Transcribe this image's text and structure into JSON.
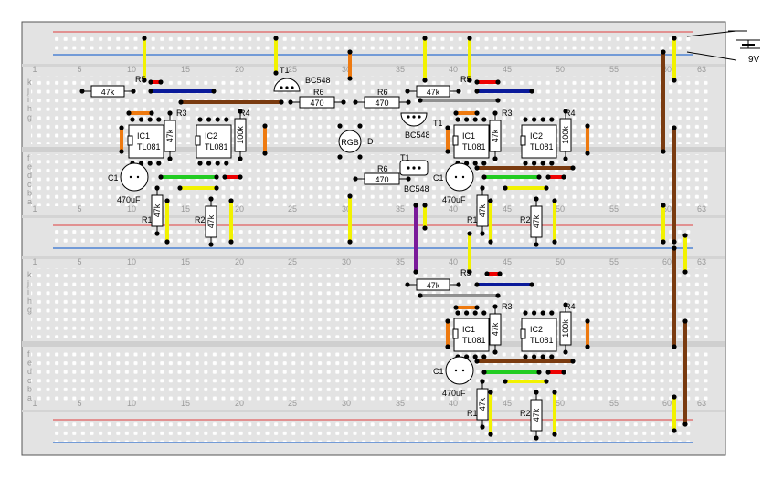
{
  "battery": {
    "label": "9V"
  },
  "column_numbers": [
    "1",
    "5",
    "10",
    "15",
    "20",
    "25",
    "30",
    "35",
    "40",
    "45",
    "50",
    "55",
    "60",
    "63"
  ],
  "row_letters_top": [
    "k",
    "j",
    "i",
    "h",
    "g"
  ],
  "row_letters_bottom": [
    "f",
    "e",
    "d",
    "c",
    "b",
    "a"
  ],
  "led": {
    "label": "RGB",
    "designator": "D"
  },
  "stages": {
    "upper_left": {
      "ic1_name": "IC1",
      "ic1_part": "TL081",
      "ic2_name": "IC2",
      "ic2_part": "TL081",
      "r1_name": "R1",
      "r1_value": "47k",
      "r2_name": "R2",
      "r2_value": "47k",
      "r3_name": "R3",
      "r3_value": "47k",
      "r4_name": "R4",
      "r4_value": "100k",
      "r5_name": "R5",
      "r5_value": "47k",
      "c1_name": "C1",
      "c1_value": "470uF",
      "r6_name": "R6",
      "r6_value": "470",
      "t1_name": "T1",
      "t1_part": "BC548"
    },
    "upper_right": {
      "ic1_name": "IC1",
      "ic1_part": "TL081",
      "ic2_name": "IC2",
      "ic2_part": "TL081",
      "r1_name": "R1",
      "r1_value": "47k",
      "r2_name": "R2",
      "r2_value": "47k",
      "r3_name": "R3",
      "r3_value": "47k",
      "r4_name": "R4",
      "r4_value": "100k",
      "r5_name": "R5",
      "r5_value": "47k",
      "c1_name": "C1",
      "c1_value": "470uF",
      "r6_name": "R6",
      "r6_value": "470",
      "t1_name": "T1",
      "t1_part": "BC548"
    },
    "middle": {
      "r6_name": "R6",
      "r6_value": "470",
      "t1_name": "T1",
      "t1_part": "BC548"
    },
    "lower_right": {
      "ic1_name": "IC1",
      "ic1_part": "TL081",
      "ic2_name": "IC2",
      "ic2_part": "TL081",
      "r1_name": "R1",
      "r1_value": "47k",
      "r2_name": "R2",
      "r2_value": "47k",
      "r3_name": "R3",
      "r3_value": "47k",
      "r4_name": "R4",
      "r4_value": "100k",
      "r5_name": "R5",
      "r5_value": "47k",
      "c1_name": "C1",
      "c1_value": "470uF"
    }
  },
  "colors": {
    "board": "#e3e3e3",
    "hole": "#ffffff",
    "rail_red": "#e06060",
    "rail_blue": "#3070d0",
    "wire_yellow": "#f2f200",
    "wire_brown": "#7a3b10",
    "wire_red": "#ee0000",
    "wire_blue": "#0a1a9a",
    "wire_green": "#22cc22",
    "wire_orange": "#ee7a10",
    "wire_gray": "#909090",
    "wire_purple": "#7a1a9a"
  }
}
